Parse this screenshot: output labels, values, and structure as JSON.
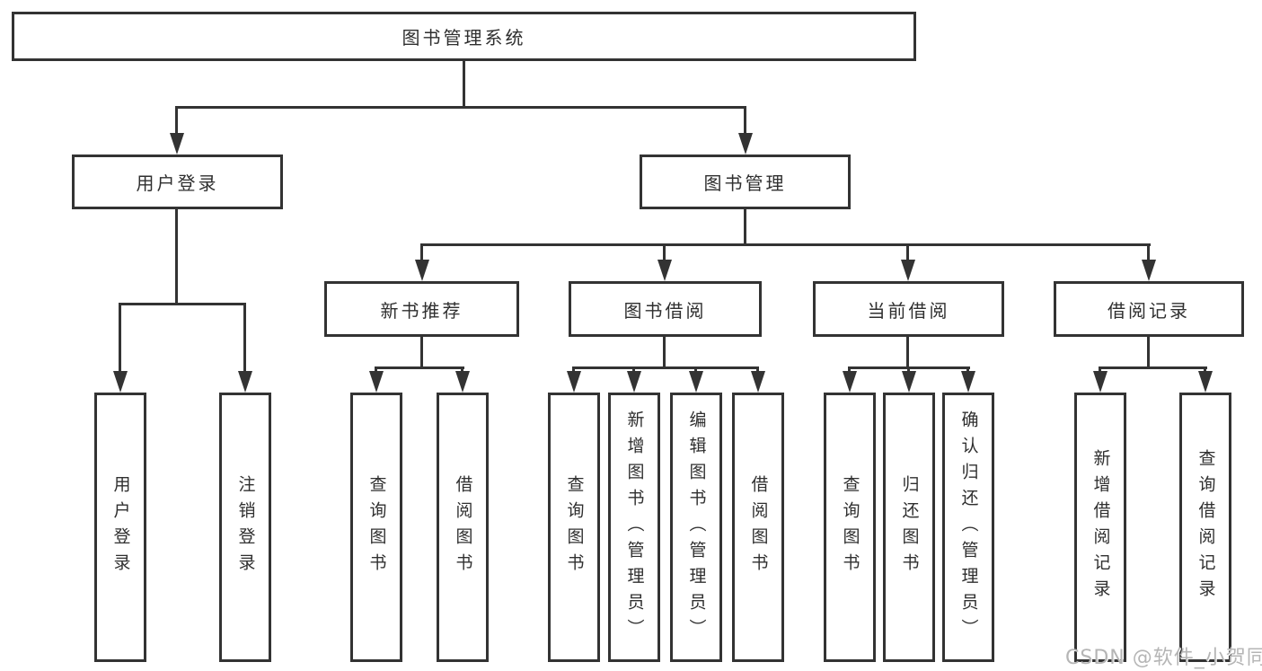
{
  "colors": {
    "background": "#ffffff",
    "line": "#333333",
    "box_border": "#333333",
    "text": "#2f2f2f",
    "watermark": "#b5b5b5"
  },
  "diagram": {
    "root": {
      "label": "图书管理系统"
    },
    "branches": [
      {
        "label": "用户登录",
        "children": [
          {
            "label": "用户登录"
          },
          {
            "label": "注销登录"
          }
        ]
      },
      {
        "label": "图书管理",
        "children": [
          {
            "label": "新书推荐",
            "children": [
              {
                "label": "查询图书"
              },
              {
                "label": "借阅图书"
              }
            ]
          },
          {
            "label": "图书借阅",
            "children": [
              {
                "label": "查询图书"
              },
              {
                "label": "新增图书（管理员）"
              },
              {
                "label": "编辑图书（管理员）"
              },
              {
                "label": "借阅图书"
              }
            ]
          },
          {
            "label": "当前借阅",
            "children": [
              {
                "label": "查询图书"
              },
              {
                "label": "归还图书"
              },
              {
                "label": "确认归还（管理员）"
              }
            ]
          },
          {
            "label": "借阅记录",
            "children": [
              {
                "label": "新增借阅记录"
              },
              {
                "label": "查询借阅记录"
              }
            ]
          }
        ]
      }
    ]
  },
  "watermark": {
    "text": "CSDN @软件_小贺同学"
  }
}
